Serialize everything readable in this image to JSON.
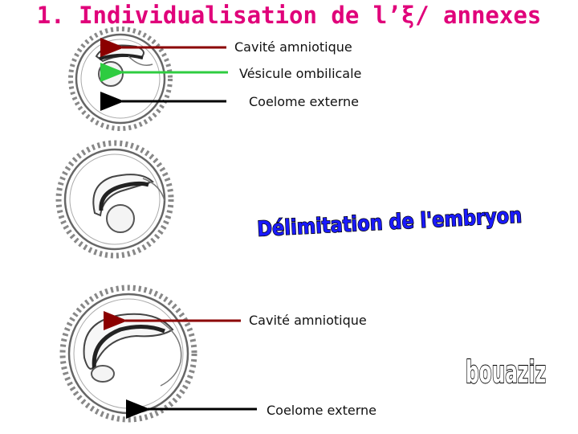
{
  "title": "1. Individualisation de l’ξ/ annexes",
  "labels": {
    "amniotic_top": "Cavité amniotique",
    "yolk_sac": "Vésicule ombilicale",
    "coelom_top": "Coelome externe",
    "amniotic_bottom": "Cavité amniotique",
    "coelom_bottom": "Coelome externe"
  },
  "wordart": "Délimitation de l'embryon",
  "signature": "bouaziz",
  "colors": {
    "title": "#e0007a",
    "arrow_amniotic": "#8b0000",
    "arrow_yolk": "#2ecc40",
    "arrow_coelom": "#000000",
    "wordart_fill": "#1a1aff"
  }
}
